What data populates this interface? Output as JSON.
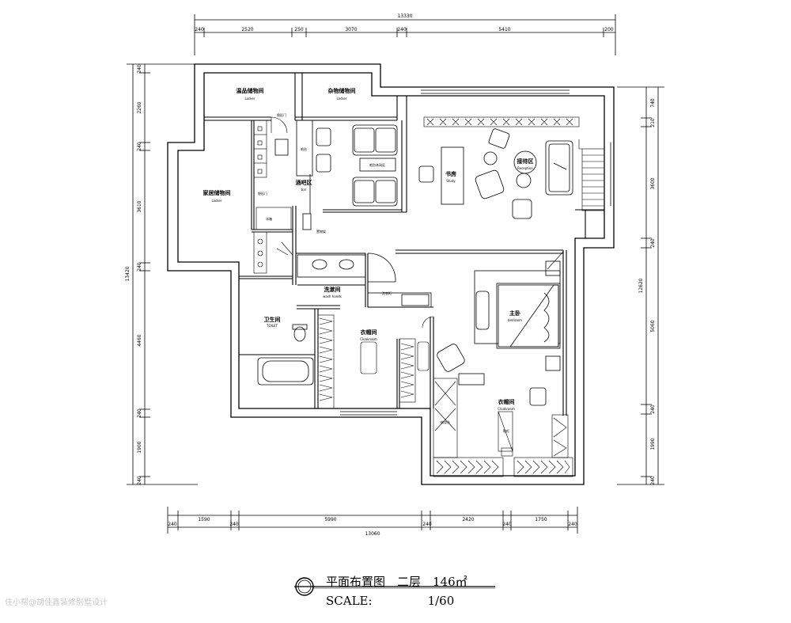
{
  "plan": {
    "dims_top": {
      "total": "13330",
      "segments": [
        "240",
        "2520",
        "250",
        "3070",
        "240",
        "5410",
        "200"
      ]
    },
    "dims_bottom": {
      "total": "13060",
      "segments": [
        "240",
        "1590",
        "240",
        "5990",
        "240",
        "2420",
        "240",
        "1750",
        "240"
      ]
    },
    "dims_left": {
      "total": "13420",
      "segments": [
        "240",
        "2260",
        "240",
        "3610",
        "240",
        "4460",
        "240",
        "1900",
        "240"
      ]
    },
    "dims_right": {
      "total": "12620",
      "segments": [
        "740",
        "210",
        "3600",
        "240",
        "5060",
        "240",
        "1990",
        "240"
      ]
    },
    "rooms": {
      "hot_storage": {
        "name": "温品储物间",
        "sub": "Locker"
      },
      "sundry_storage": {
        "name": "杂物储物间",
        "sub": "Locker"
      },
      "family_storage": {
        "name": "家居储物间",
        "sub": "Locker"
      },
      "bar": {
        "name": "酒吧区",
        "sub": "bar"
      },
      "study": {
        "name": "书房",
        "sub": "Study"
      },
      "reception": {
        "name": "接待区",
        "sub": "Reception"
      },
      "wash": {
        "name": "洗漱间",
        "sub": "wash hands"
      },
      "toilet": {
        "name": "卫生间",
        "sub": "TOILET"
      },
      "cloakroom1": {
        "name": "衣帽间",
        "sub": "Cloakroom"
      },
      "master": {
        "name": "主卧",
        "sub": "bedroom"
      },
      "cloakroom2": {
        "name": "衣帽间",
        "sub": "Cloakroom"
      }
    },
    "labels": {
      "bar_counter": "吧台",
      "bar_side": "吧台休闲区",
      "hidden_door": "隐形门",
      "hidden_door2": "隐形门",
      "fridge": "冰箱",
      "shelf": "置物架",
      "wash_cabinet": "洗衣柜",
      "dresser": "梳妆台",
      "shoe": "鞋柜"
    }
  },
  "title": {
    "main": "平面布置图　二层　146㎡",
    "scale_label": "SCALE:",
    "scale_value": "1/60"
  },
  "watermark": "住小帮@胡佳鑫装修别墅设计"
}
